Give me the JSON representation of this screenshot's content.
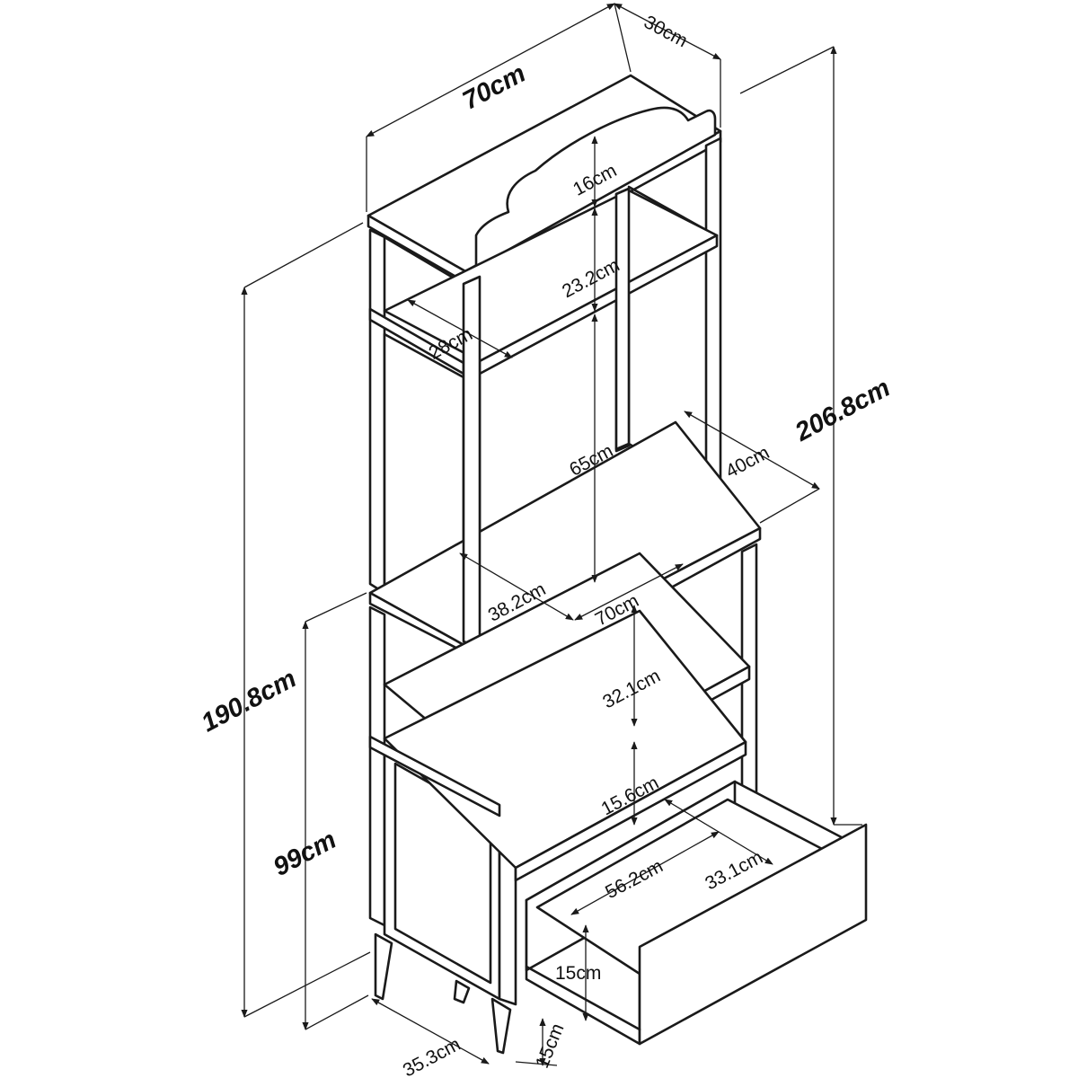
{
  "figure": {
    "subject": "three-tier bakers rack cabinet with pull-out drawer",
    "dimensions": {
      "total_width": "70cm",
      "total_depth": "30cm",
      "back_panel_height": "16cm",
      "top_opening_height": "23.2cm",
      "top_opening_depth": "28cm",
      "hutch_clear_height": "65cm",
      "hutch_depth": "40cm",
      "total_height_with_backboard": "206.8cm",
      "total_height": "190.8cm",
      "counter_width": "70cm",
      "counter_depth": "38.2cm",
      "upper_shelf_height": "32.1cm",
      "lower_shelf_height": "15.6cm",
      "drawer_width": "56.2cm",
      "drawer_depth": "33.1cm",
      "base_height": "99cm",
      "drawer_height": "15cm",
      "leg_height": "15cm",
      "base_depth": "35.3cm"
    }
  }
}
